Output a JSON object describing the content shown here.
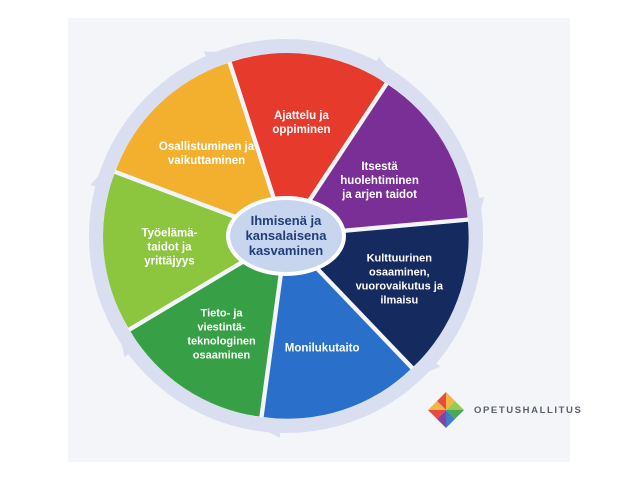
{
  "diagram": {
    "center_lines": [
      "Ihmisenä ja",
      "kansalaisena",
      "kasvaminen"
    ],
    "segments": [
      {
        "id": "ajattelu",
        "lines": [
          "Ajattelu ja",
          "oppiminen"
        ],
        "color": "#e63a2c"
      },
      {
        "id": "itsesta",
        "lines": [
          "Itsestä",
          "huolehtiminen",
          "ja arjen taidot"
        ],
        "color": "#7a2f96"
      },
      {
        "id": "kulttuurinen",
        "lines": [
          "Kulttuurinen",
          "osaaminen,",
          "vuorovaikutus ja",
          "ilmaisu"
        ],
        "color": "#152a5e"
      },
      {
        "id": "monilukutaito",
        "lines": [
          "Monilukutaito"
        ],
        "color": "#2a6fc9"
      },
      {
        "id": "tieto",
        "lines": [
          "Tieto- ja",
          "viestintä-",
          "teknologinen",
          "osaaminen"
        ],
        "color": "#37a046"
      },
      {
        "id": "tyoelama",
        "lines": [
          "Työelämä-",
          "taidot ja",
          "yrittäjyys"
        ],
        "color": "#8cc63e"
      },
      {
        "id": "osallistuminen",
        "lines": [
          "Osallistuminen ja",
          "vaikuttaminen"
        ],
        "color": "#f2b02e"
      }
    ],
    "colors": {
      "ring": "#d9def0",
      "hub_fill": "#c7d6ee",
      "hub_stroke": "#ffffff"
    }
  },
  "logo": {
    "text": "OPETUSHALLITUS",
    "icon": "opetushallitus-diamond-icon",
    "colors": [
      "#e63a2c",
      "#f2b02e",
      "#8cc63e",
      "#37a046",
      "#2a6fc9",
      "#7a2f96"
    ]
  }
}
